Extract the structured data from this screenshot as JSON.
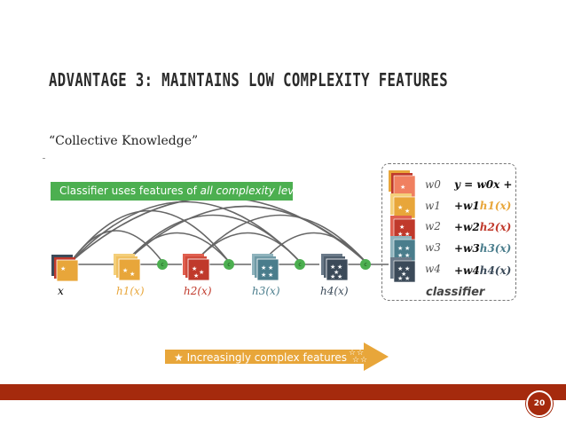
{
  "slide": {
    "title": "ADVANTAGE 3: MAINTAINS LOW COMPLEXITY FEATURES",
    "subtitle": "“Collective Knowledge”",
    "banner_prefix": "Classifier uses features of ",
    "banner_italic": "all complexity levels",
    "page_number": "20"
  },
  "nodes": [
    {
      "label": "x",
      "color": "#333333"
    },
    {
      "label": "h1(x)",
      "color": "#e8a63a"
    },
    {
      "label": "h2(x)",
      "color": "#c0392b"
    },
    {
      "label": "h3(x)",
      "color": "#4a7d8c"
    },
    {
      "label": "h4(x)",
      "color": "#3b4a59"
    }
  ],
  "concat_symbol": "c",
  "classifier": {
    "label": "classifier",
    "weights": [
      "w0",
      "w1",
      "w2",
      "w3",
      "w4"
    ],
    "equation": {
      "line0": "y = w0x +",
      "line1_prefix": "+w1",
      "line1_h": "h1(x)",
      "line2_prefix": "+w2",
      "line2_h": "h2(x)",
      "line3_prefix": "+w3",
      "line3_h": "h3(x)",
      "line4_prefix": "+w4",
      "line4_h": "h4(x)"
    }
  },
  "arrow": {
    "star": "★",
    "label": "Increasingly complex features"
  },
  "colors": {
    "accent_red": "#a52a0d",
    "banner_green": "#4caf50",
    "concat_green": "#4caf50",
    "arrow_orange": "#e8a63a",
    "block_orange": "#e8a63a",
    "block_red": "#c0392b",
    "block_teal": "#4a7d8c",
    "block_slate": "#3b4a59"
  }
}
